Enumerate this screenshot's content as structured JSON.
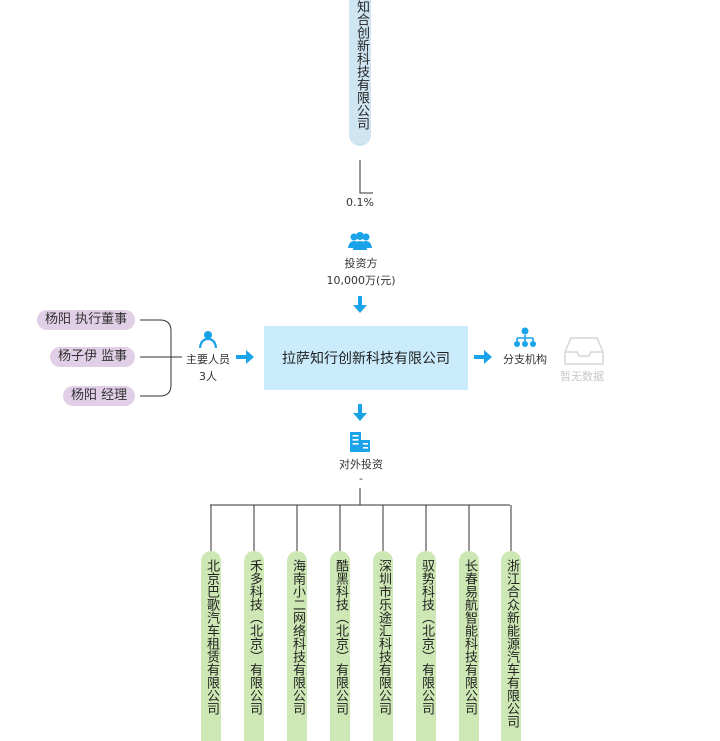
{
  "shareholder": {
    "name": "知合创新科技有限公司",
    "percent": "0.1%"
  },
  "investor_section": {
    "icon": "people-group-icon",
    "label": "投资方",
    "capital": "10,000万(元)"
  },
  "company": {
    "name": "拉萨知行创新科技有限公司"
  },
  "personnel": {
    "icon": "person-icon",
    "label": "主要人员",
    "count": "3人",
    "people": [
      {
        "name_role": "杨阳 执行董事"
      },
      {
        "name_role": "杨子伊 监事"
      },
      {
        "name_role": "杨阳 经理"
      }
    ]
  },
  "branches": {
    "icon": "org-tree-icon",
    "label": "分支机构",
    "empty_icon": "empty-inbox-icon",
    "empty_text": "暂无数据"
  },
  "investments": {
    "icon": "building-icon",
    "label": "对外投资",
    "value": "-",
    "companies": [
      {
        "name": "北京巴歌汽车租赁有限公司"
      },
      {
        "name": "禾多科技（北京）有限公司"
      },
      {
        "name": "海南小二网络科技有限公司"
      },
      {
        "name": "酷黑科技（北京）有限公司"
      },
      {
        "name": "深圳市乐途汇科技有限公司"
      },
      {
        "name": "驭势科技（北京）有限公司"
      },
      {
        "name": "长春易航智能科技有限公司"
      },
      {
        "name": "浙江合众新能源汽车有限公司"
      }
    ]
  },
  "colors": {
    "accent": "#1aa3e8",
    "center_fill": "#c9ebfb",
    "shareholder_fill": "#cfe5f1",
    "person_fill": "#e0cfe6",
    "subsidiary_fill": "#cde8b4"
  }
}
